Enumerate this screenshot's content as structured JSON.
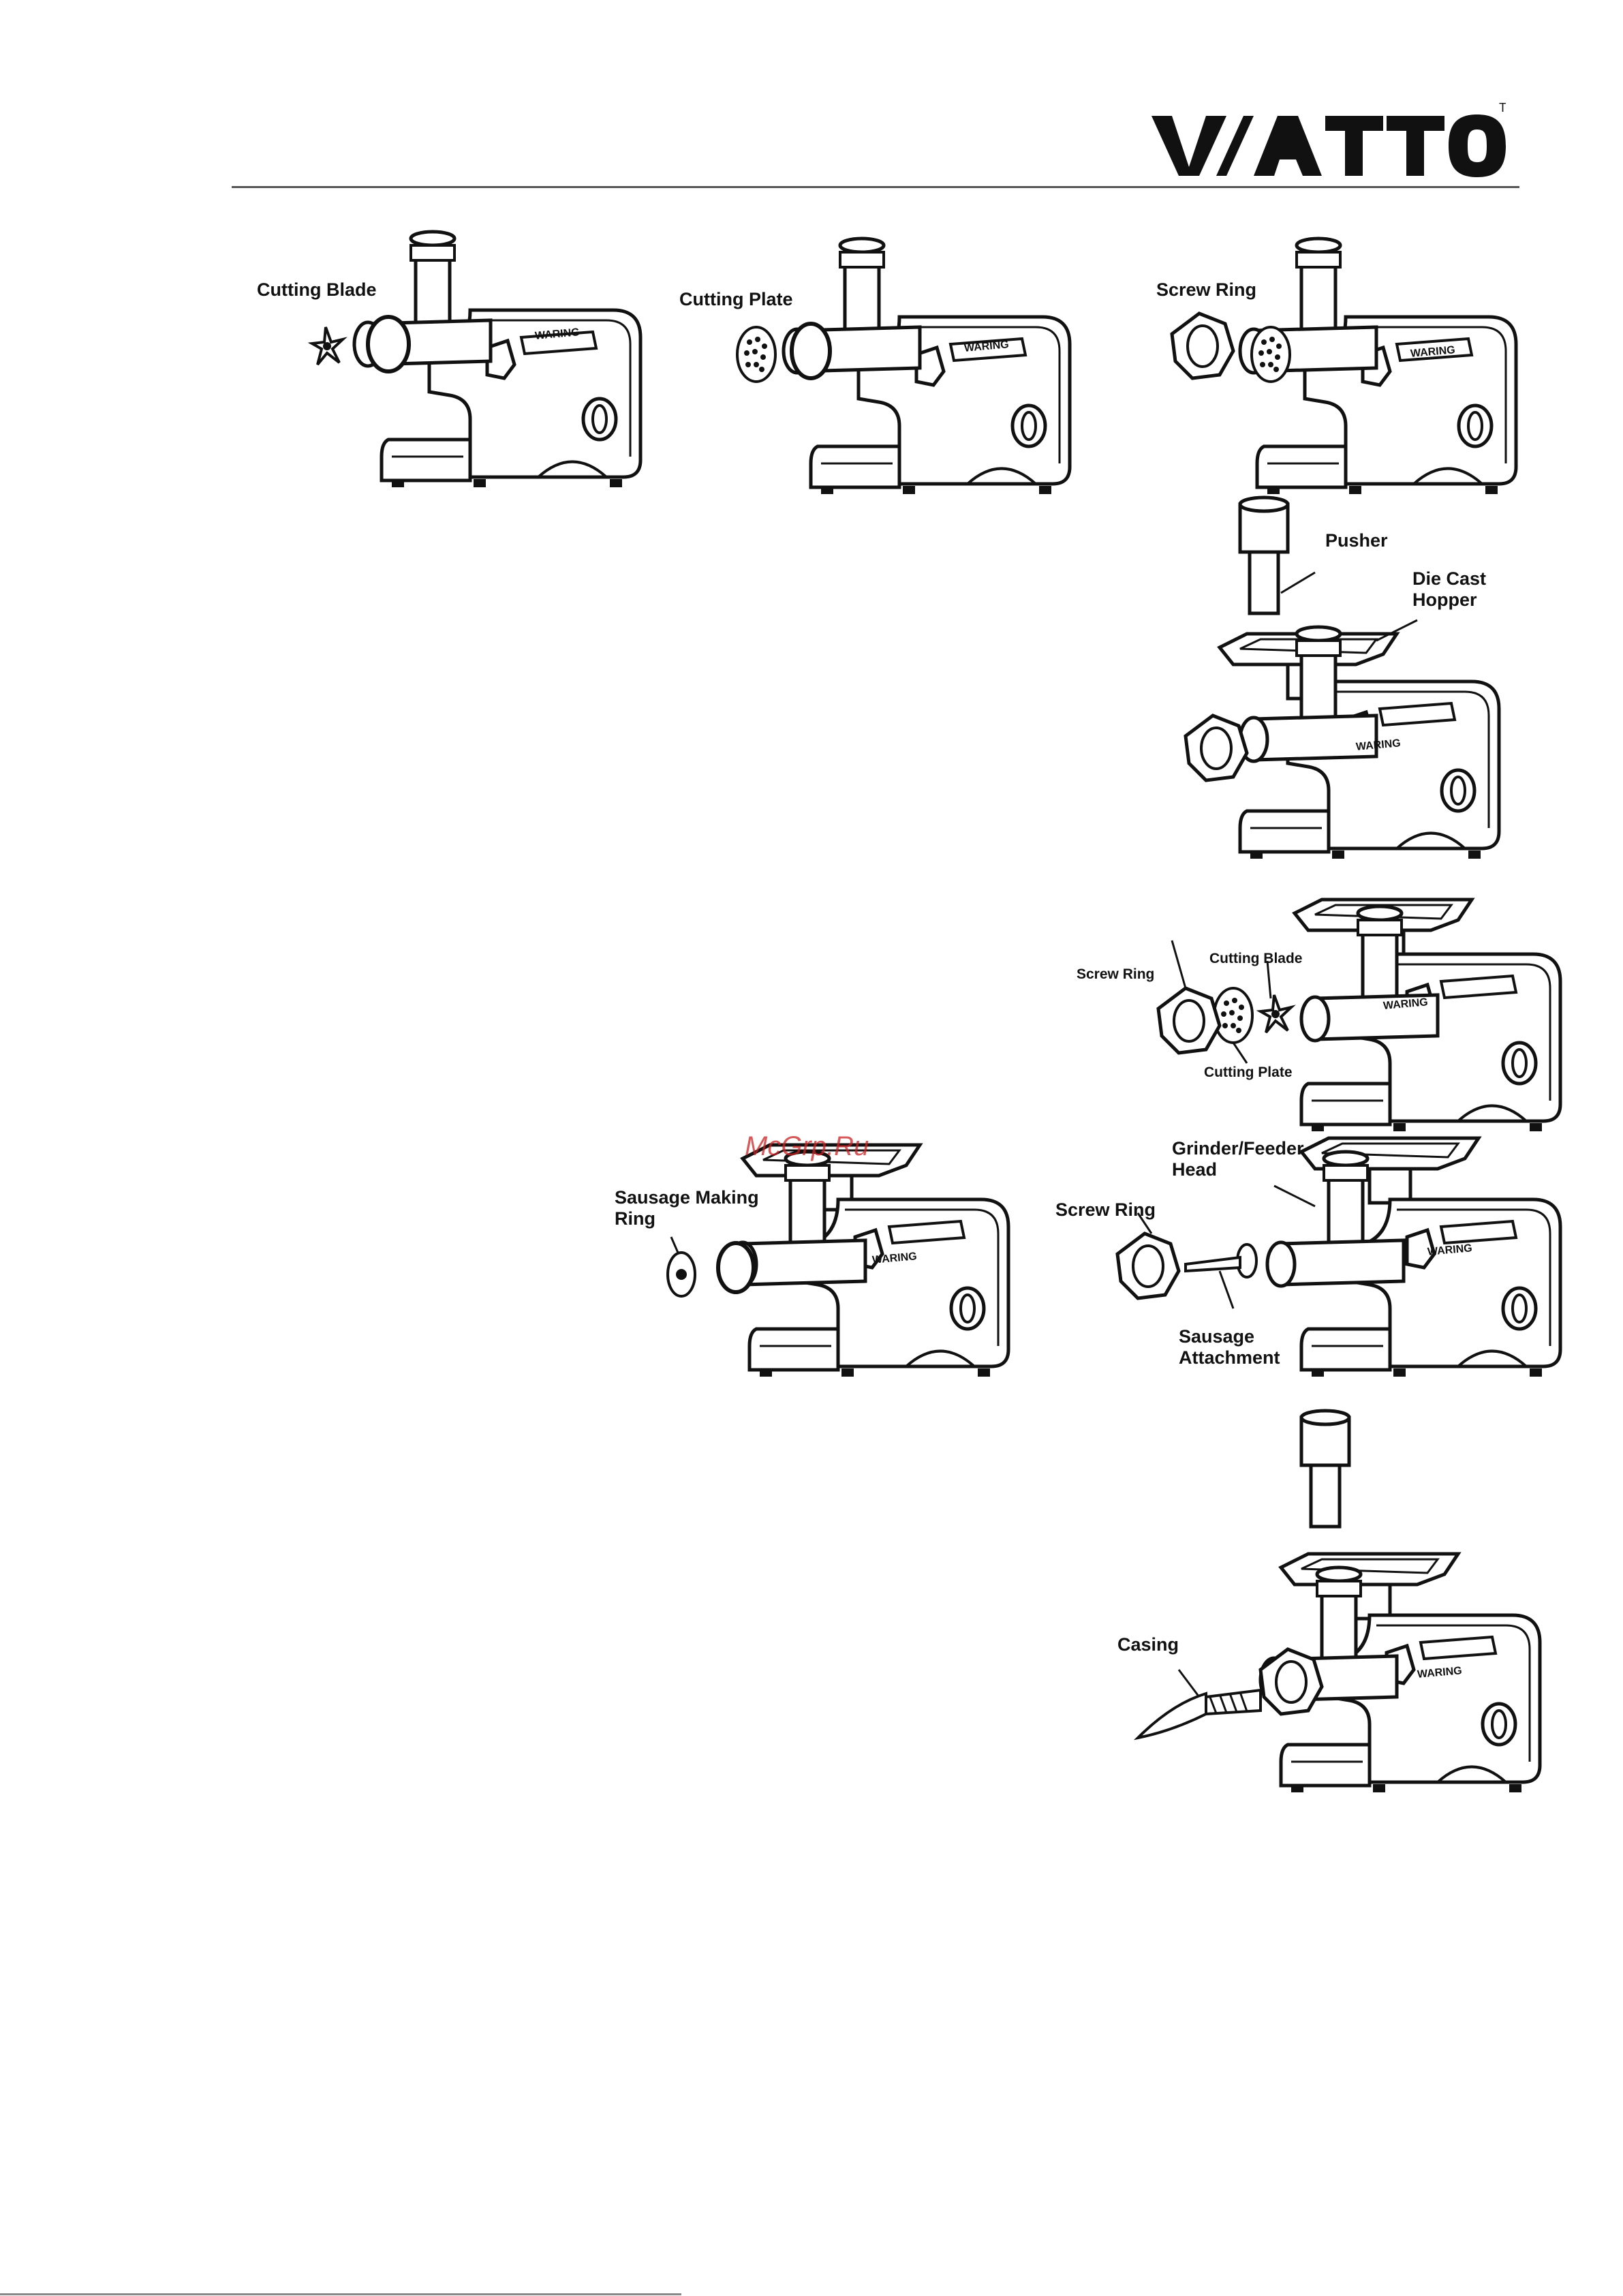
{
  "header": {
    "logo_text": "VIATTO",
    "trademark": "TM"
  },
  "machine_brand": "WARING",
  "watermark": "McGrp.Ru",
  "figures": {
    "step1": {
      "label": "Cutting Blade"
    },
    "step2": {
      "label": "Cutting Plate"
    },
    "step3": {
      "label": "Screw Ring"
    },
    "step4": {
      "pusher": "Pusher",
      "hopper": "Die Cast\nHopper"
    },
    "step5": {
      "screw_ring": "Screw Ring",
      "cutting_blade": "Cutting Blade",
      "cutting_plate": "Cutting Plate"
    },
    "step6": {
      "sausage_ring": "Sausage Making\nRing"
    },
    "step7": {
      "head": "Grinder/Feeder\nHead",
      "screw_ring": "Screw Ring",
      "attachment": "Sausage\nAttachment"
    },
    "step8": {
      "casing": "Casing"
    }
  }
}
